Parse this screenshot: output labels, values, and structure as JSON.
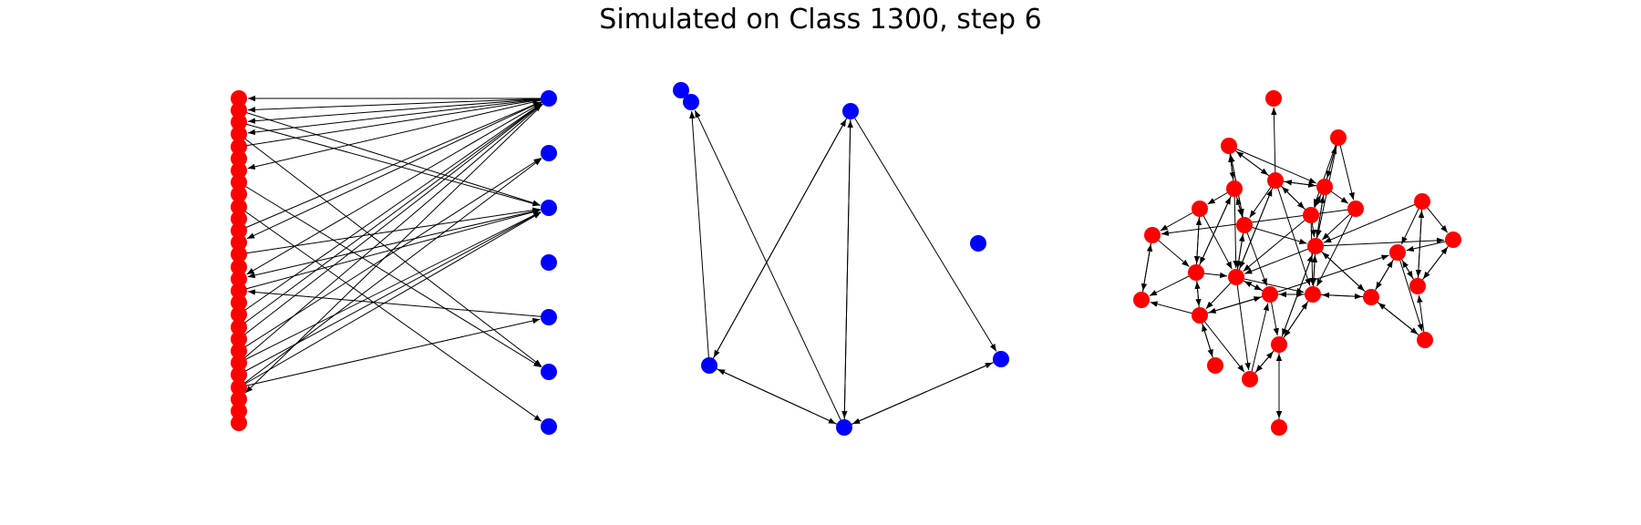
{
  "title": "Simulated on Class 1300, step 6",
  "colors": {
    "red": "#ff0000",
    "blue": "#0000ff",
    "edge": "#000000"
  },
  "panels": [
    {
      "name": "bipartite-panel",
      "nodes": [
        {
          "id": "L0",
          "c": "red",
          "p": [
            262,
            108
          ]
        },
        {
          "id": "L1",
          "c": "red",
          "p": [
            262,
            121
          ]
        },
        {
          "id": "L2",
          "c": "red",
          "p": [
            262,
            134
          ]
        },
        {
          "id": "L3",
          "c": "red",
          "p": [
            262,
            147
          ]
        },
        {
          "id": "L4",
          "c": "red",
          "p": [
            262,
            161
          ]
        },
        {
          "id": "L5",
          "c": "red",
          "p": [
            262,
            174
          ]
        },
        {
          "id": "L6",
          "c": "red",
          "p": [
            262,
            187
          ]
        },
        {
          "id": "L7",
          "c": "red",
          "p": [
            262,
            200
          ]
        },
        {
          "id": "L8",
          "c": "red",
          "p": [
            262,
            213
          ]
        },
        {
          "id": "L9",
          "c": "red",
          "p": [
            262,
            227
          ]
        },
        {
          "id": "L10",
          "c": "red",
          "p": [
            262,
            240
          ]
        },
        {
          "id": "L11",
          "c": "red",
          "p": [
            262,
            253
          ]
        },
        {
          "id": "L12",
          "c": "red",
          "p": [
            262,
            266
          ]
        },
        {
          "id": "L13",
          "c": "red",
          "p": [
            262,
            279
          ]
        },
        {
          "id": "L14",
          "c": "red",
          "p": [
            262,
            293
          ]
        },
        {
          "id": "L15",
          "c": "red",
          "p": [
            262,
            306
          ]
        },
        {
          "id": "L16",
          "c": "red",
          "p": [
            262,
            319
          ]
        },
        {
          "id": "L17",
          "c": "red",
          "p": [
            262,
            332
          ]
        },
        {
          "id": "L18",
          "c": "red",
          "p": [
            262,
            345
          ]
        },
        {
          "id": "L19",
          "c": "red",
          "p": [
            262,
            359
          ]
        },
        {
          "id": "L20",
          "c": "red",
          "p": [
            262,
            372
          ]
        },
        {
          "id": "L21",
          "c": "red",
          "p": [
            262,
            385
          ]
        },
        {
          "id": "L22",
          "c": "red",
          "p": [
            262,
            398
          ]
        },
        {
          "id": "L23",
          "c": "red",
          "p": [
            262,
            411
          ]
        },
        {
          "id": "L24",
          "c": "red",
          "p": [
            262,
            425
          ]
        },
        {
          "id": "L25",
          "c": "red",
          "p": [
            262,
            438
          ]
        },
        {
          "id": "L26",
          "c": "red",
          "p": [
            262,
            451
          ]
        },
        {
          "id": "L27",
          "c": "red",
          "p": [
            262,
            464
          ]
        },
        {
          "id": "R0",
          "c": "blue",
          "p": [
            602,
            108
          ]
        },
        {
          "id": "R1",
          "c": "blue",
          "p": [
            602,
            168
          ]
        },
        {
          "id": "R2",
          "c": "blue",
          "p": [
            602,
            228
          ]
        },
        {
          "id": "R3",
          "c": "blue",
          "p": [
            602,
            288
          ]
        },
        {
          "id": "R4",
          "c": "blue",
          "p": [
            602,
            348
          ]
        },
        {
          "id": "R5",
          "c": "blue",
          "p": [
            602,
            408
          ]
        },
        {
          "id": "R6",
          "c": "blue",
          "p": [
            602,
            468
          ]
        }
      ],
      "edges": [
        [
          "R0",
          "L0"
        ],
        [
          "R0",
          "L1"
        ],
        [
          "R0",
          "L2"
        ],
        [
          "R0",
          "L3"
        ],
        [
          "L4",
          "R0"
        ],
        [
          "R0",
          "L6"
        ],
        [
          "L11",
          "R0"
        ],
        [
          "R0",
          "L12"
        ],
        [
          "R0",
          "L15"
        ],
        [
          "L18",
          "R0"
        ],
        [
          "L19",
          "R0"
        ],
        [
          "L20",
          "R0"
        ],
        [
          "L22",
          "R0"
        ],
        [
          "R0",
          "L25"
        ],
        [
          "L21",
          "R1"
        ],
        [
          "L24",
          "R1"
        ],
        [
          "L1",
          "R2"
        ],
        [
          "L2",
          "R2"
        ],
        [
          "L13",
          "R2"
        ],
        [
          "R2",
          "L15"
        ],
        [
          "L16",
          "R2"
        ],
        [
          "L22",
          "R2"
        ],
        [
          "L23",
          "R2"
        ],
        [
          "L24",
          "R2"
        ],
        [
          "R4",
          "L16"
        ],
        [
          "L24",
          "R4"
        ],
        [
          "L3",
          "R5"
        ],
        [
          "L7",
          "R5"
        ],
        [
          "L9",
          "R6"
        ]
      ]
    },
    {
      "name": "sparse-panel",
      "nodes": [
        {
          "id": "A",
          "c": "blue",
          "p": [
            747,
            99
          ]
        },
        {
          "id": "B",
          "c": "blue",
          "p": [
            758,
            112
          ]
        },
        {
          "id": "C",
          "c": "blue",
          "p": [
            933,
            122
          ]
        },
        {
          "id": "D",
          "c": "blue",
          "p": [
            1073,
            267
          ]
        },
        {
          "id": "E",
          "c": "blue",
          "p": [
            778,
            401
          ]
        },
        {
          "id": "F",
          "c": "blue",
          "p": [
            926,
            469
          ]
        },
        {
          "id": "G",
          "c": "blue",
          "p": [
            1098,
            394
          ]
        }
      ],
      "edges": [
        [
          "E",
          "B"
        ],
        [
          "F",
          "B"
        ],
        [
          "C",
          "E"
        ],
        [
          "E",
          "C"
        ],
        [
          "C",
          "F"
        ],
        [
          "F",
          "C"
        ],
        [
          "C",
          "G"
        ],
        [
          "E",
          "F"
        ],
        [
          "F",
          "E"
        ],
        [
          "G",
          "F"
        ],
        [
          "F",
          "G"
        ]
      ]
    },
    {
      "name": "cluster-panel",
      "nodes": [
        {
          "id": "n0",
          "c": "red",
          "p": [
            1397,
            108
          ]
        },
        {
          "id": "n1",
          "c": "red",
          "p": [
            1348,
            160
          ]
        },
        {
          "id": "n2",
          "c": "red",
          "p": [
            1468,
            151
          ]
        },
        {
          "id": "n3",
          "c": "red",
          "p": [
            1399,
            198
          ]
        },
        {
          "id": "n4",
          "c": "red",
          "p": [
            1453,
            205
          ]
        },
        {
          "id": "n5",
          "c": "red",
          "p": [
            1354,
            207
          ]
        },
        {
          "id": "n6",
          "c": "red",
          "p": [
            1316,
            229
          ]
        },
        {
          "id": "n7",
          "c": "red",
          "p": [
            1487,
            229
          ]
        },
        {
          "id": "n8",
          "c": "red",
          "p": [
            1438,
            236
          ]
        },
        {
          "id": "n9",
          "c": "red",
          "p": [
            1365,
            247
          ]
        },
        {
          "id": "n10",
          "c": "red",
          "p": [
            1560,
            221
          ]
        },
        {
          "id": "n11",
          "c": "red",
          "p": [
            1264,
            258
          ]
        },
        {
          "id": "n12",
          "c": "red",
          "p": [
            1443,
            270
          ]
        },
        {
          "id": "n13",
          "c": "red",
          "p": [
            1594,
            263
          ]
        },
        {
          "id": "n14",
          "c": "red",
          "p": [
            1533,
            277
          ]
        },
        {
          "id": "n15",
          "c": "red",
          "p": [
            1312,
            299
          ]
        },
        {
          "id": "n16",
          "c": "red",
          "p": [
            1356,
            304
          ]
        },
        {
          "id": "n17",
          "c": "red",
          "p": [
            1393,
            323
          ]
        },
        {
          "id": "n18",
          "c": "red",
          "p": [
            1440,
            323
          ]
        },
        {
          "id": "n19",
          "c": "red",
          "p": [
            1555,
            314
          ]
        },
        {
          "id": "n20",
          "c": "red",
          "p": [
            1504,
            326
          ]
        },
        {
          "id": "n21",
          "c": "red",
          "p": [
            1252,
            329
          ]
        },
        {
          "id": "n22",
          "c": "red",
          "p": [
            1316,
            346
          ]
        },
        {
          "id": "n23",
          "c": "red",
          "p": [
            1403,
            378
          ]
        },
        {
          "id": "n24",
          "c": "red",
          "p": [
            1563,
            373
          ]
        },
        {
          "id": "n25",
          "c": "red",
          "p": [
            1333,
            401
          ]
        },
        {
          "id": "n26",
          "c": "red",
          "p": [
            1371,
            416
          ]
        },
        {
          "id": "n27",
          "c": "red",
          "p": [
            1403,
            469
          ]
        }
      ],
      "edges": [
        [
          "n3",
          "n0"
        ],
        [
          "n1",
          "n3"
        ],
        [
          "n3",
          "n1"
        ],
        [
          "n1",
          "n5"
        ],
        [
          "n5",
          "n1"
        ],
        [
          "n1",
          "n9"
        ],
        [
          "n9",
          "n1"
        ],
        [
          "n1",
          "n4"
        ],
        [
          "n2",
          "n4"
        ],
        [
          "n4",
          "n2"
        ],
        [
          "n2",
          "n7"
        ],
        [
          "n2",
          "n8"
        ],
        [
          "n2",
          "n12"
        ],
        [
          "n3",
          "n4"
        ],
        [
          "n4",
          "n3"
        ],
        [
          "n3",
          "n8"
        ],
        [
          "n8",
          "n3"
        ],
        [
          "n3",
          "n9"
        ],
        [
          "n3",
          "n16"
        ],
        [
          "n16",
          "n3"
        ],
        [
          "n3",
          "n18"
        ],
        [
          "n4",
          "n7"
        ],
        [
          "n4",
          "n8"
        ],
        [
          "n8",
          "n4"
        ],
        [
          "n4",
          "n12"
        ],
        [
          "n12",
          "n4"
        ],
        [
          "n5",
          "n6"
        ],
        [
          "n5",
          "n9"
        ],
        [
          "n9",
          "n5"
        ],
        [
          "n5",
          "n15"
        ],
        [
          "n15",
          "n5"
        ],
        [
          "n5",
          "n16"
        ],
        [
          "n6",
          "n11"
        ],
        [
          "n6",
          "n15"
        ],
        [
          "n15",
          "n6"
        ],
        [
          "n6",
          "n16"
        ],
        [
          "n11",
          "n21"
        ],
        [
          "n21",
          "n11"
        ],
        [
          "n11",
          "n15"
        ],
        [
          "n15",
          "n21"
        ],
        [
          "n15",
          "n22"
        ],
        [
          "n22",
          "n15"
        ],
        [
          "n15",
          "n16"
        ],
        [
          "n9",
          "n12"
        ],
        [
          "n9",
          "n16"
        ],
        [
          "n16",
          "n9"
        ],
        [
          "n9",
          "n17"
        ],
        [
          "n8",
          "n12"
        ],
        [
          "n8",
          "n18"
        ],
        [
          "n8",
          "n16"
        ],
        [
          "n10",
          "n13"
        ],
        [
          "n10",
          "n19"
        ],
        [
          "n19",
          "n10"
        ],
        [
          "n10",
          "n14"
        ],
        [
          "n10",
          "n12"
        ],
        [
          "n13",
          "n19"
        ],
        [
          "n19",
          "n13"
        ],
        [
          "n13",
          "n14"
        ],
        [
          "n12",
          "n13"
        ],
        [
          "n14",
          "n19"
        ],
        [
          "n19",
          "n14"
        ],
        [
          "n14",
          "n24"
        ],
        [
          "n24",
          "n19"
        ],
        [
          "n14",
          "n20"
        ],
        [
          "n20",
          "n14"
        ],
        [
          "n12",
          "n20"
        ],
        [
          "n20",
          "n12"
        ],
        [
          "n12",
          "n18"
        ],
        [
          "n18",
          "n12"
        ],
        [
          "n12",
          "n16"
        ],
        [
          "n12",
          "n23"
        ],
        [
          "n23",
          "n12"
        ],
        [
          "n16",
          "n17"
        ],
        [
          "n17",
          "n16"
        ],
        [
          "n16",
          "n18"
        ],
        [
          "n16",
          "n22"
        ],
        [
          "n22",
          "n21"
        ],
        [
          "n22",
          "n17"
        ],
        [
          "n17",
          "n22"
        ],
        [
          "n22",
          "n25"
        ],
        [
          "n25",
          "n22"
        ],
        [
          "n22",
          "n26"
        ],
        [
          "n16",
          "n26"
        ],
        [
          "n26",
          "n17"
        ],
        [
          "n17",
          "n18"
        ],
        [
          "n18",
          "n17"
        ],
        [
          "n17",
          "n23"
        ],
        [
          "n18",
          "n23"
        ],
        [
          "n23",
          "n18"
        ],
        [
          "n18",
          "n20"
        ],
        [
          "n20",
          "n18"
        ],
        [
          "n23",
          "n26"
        ],
        [
          "n26",
          "n23"
        ],
        [
          "n23",
          "n27"
        ],
        [
          "n27",
          "n23"
        ],
        [
          "n20",
          "n24"
        ],
        [
          "n24",
          "n20"
        ],
        [
          "n7",
          "n11"
        ],
        [
          "n7",
          "n12"
        ],
        [
          "n7",
          "n18"
        ],
        [
          "n17",
          "n14"
        ]
      ]
    }
  ]
}
